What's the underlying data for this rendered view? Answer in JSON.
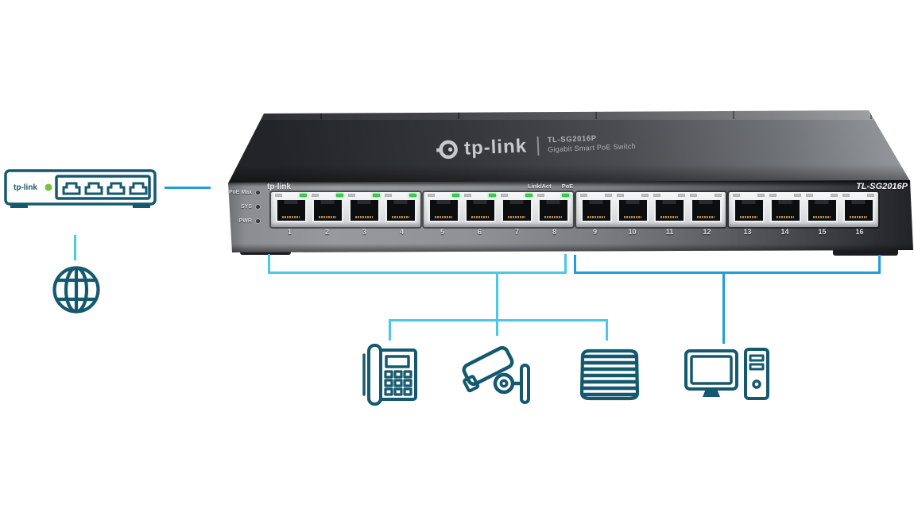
{
  "colors": {
    "icon_teal": "#15596e",
    "line_cyan": "#4cc8e4",
    "line_blue": "#1f9dde",
    "poe_led_green": "#35d348",
    "router_led_green": "#7cc142"
  },
  "router": {
    "brand": "tp-link",
    "port_count": 4
  },
  "internet": {
    "icon": "globe-icon"
  },
  "switch": {
    "top": {
      "brand": "tp-link",
      "model": "TL-SG2016P",
      "subtitle": "Gigabit Smart PoE Switch"
    },
    "front": {
      "brand": "tp-link",
      "model": "TL-SG2016P",
      "status_leds": [
        {
          "label": "PoE Max"
        },
        {
          "label": "SYS"
        },
        {
          "label": "PWR"
        }
      ],
      "legend": {
        "link": "Link/Act",
        "poe": "PoE"
      },
      "port_groups": [
        {
          "poe_active": true,
          "ports": [
            "1",
            "2",
            "3",
            "4"
          ]
        },
        {
          "poe_active": true,
          "ports": [
            "5",
            "6",
            "7",
            "8"
          ]
        },
        {
          "poe_active": false,
          "ports": [
            "9",
            "10",
            "11",
            "12"
          ]
        },
        {
          "poe_active": false,
          "ports": [
            "13",
            "14",
            "15",
            "16"
          ]
        }
      ]
    }
  },
  "connected_devices": [
    {
      "icon": "ip-phone-icon"
    },
    {
      "icon": "surveillance-camera-icon"
    },
    {
      "icon": "wireless-ap-icon"
    },
    {
      "icon": "desktop-computer-icon"
    }
  ]
}
